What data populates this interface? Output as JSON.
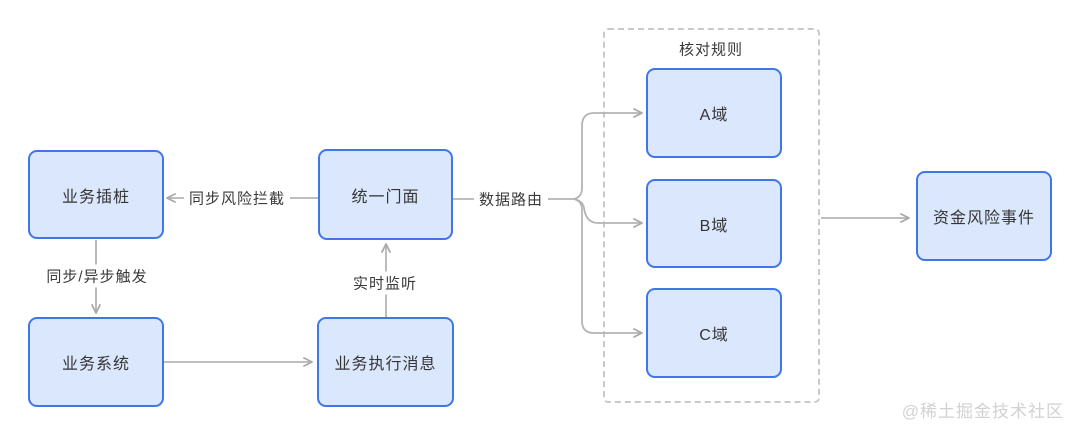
{
  "diagram": {
    "nodes": {
      "biz_instrument": {
        "label": "业务插桩"
      },
      "biz_system": {
        "label": "业务系统"
      },
      "unified_facade": {
        "label": "统一门面"
      },
      "biz_exec_msg": {
        "label": "业务执行消息"
      },
      "domain_a": {
        "label": "A域"
      },
      "domain_b": {
        "label": "B域"
      },
      "domain_c": {
        "label": "C域"
      },
      "fund_risk_event": {
        "label": "资金风险事件"
      }
    },
    "group": {
      "label": "核对规则"
    },
    "edges": {
      "sync_risk_intercept": {
        "label": "同步风险拦截"
      },
      "sync_async_trigger": {
        "label": "同步/异步触发"
      },
      "realtime_listen": {
        "label": "实时监听"
      },
      "data_route": {
        "label": "数据路由"
      }
    },
    "colors": {
      "node_fill": "#dbe7fc",
      "node_border": "#4176e8",
      "edge_line": "#b4b4b4",
      "group_border": "#c9c9c9",
      "label_text": "#3a3a3a",
      "watermark_text": "#d2d2d2",
      "background": "#ffffff"
    }
  },
  "watermark": {
    "text": "@稀土掘金技术社区"
  }
}
